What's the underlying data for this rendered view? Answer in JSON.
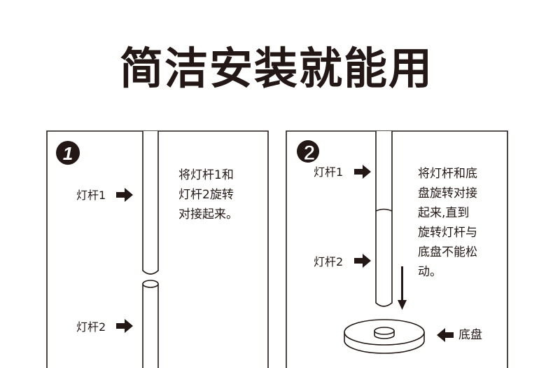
{
  "title": "简洁安装就能用",
  "steps": [
    {
      "number": "1",
      "label_pole1": "灯杆1",
      "label_pole2": "灯杆2",
      "description": [
        "将灯杆1和",
        "灯杆2旋转",
        "对接起来。"
      ]
    },
    {
      "number": "2",
      "label_pole1": "灯杆1",
      "label_pole2": "灯杆2",
      "label_base": "底盘",
      "description": [
        "将灯杆和底",
        "盘旋转对接",
        "起来,直到",
        "旋转灯杆与",
        "底盘不能松",
        "动。"
      ]
    }
  ],
  "colors": {
    "ink": "#231815",
    "background": "#ffffff"
  }
}
